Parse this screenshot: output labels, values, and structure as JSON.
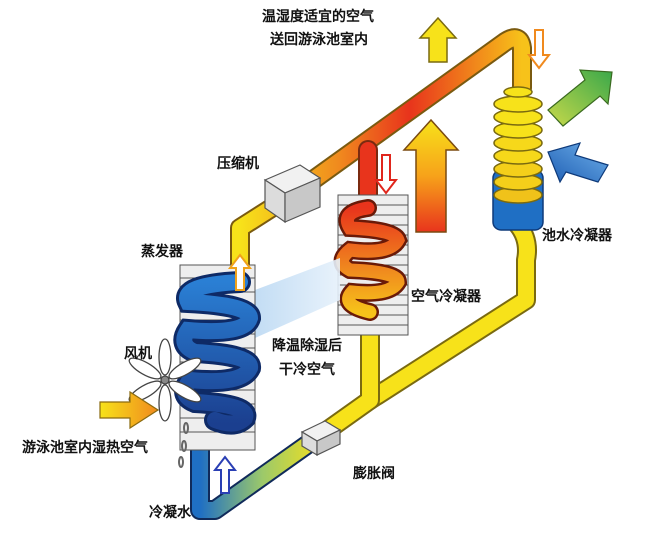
{
  "labels": {
    "return_air_line1": "温湿度适宜的空气",
    "return_air_line2": "送回游泳池室内",
    "compressor": "压缩机",
    "evaporator": "蒸发器",
    "air_condenser": "空气冷凝器",
    "pool_condenser": "池水冷凝器",
    "fan": "风机",
    "dehumidified_line1": "降温除湿后",
    "dehumidified_line2": "干冷空气",
    "humid_air": "游泳池室内湿热空气",
    "expansion_valve": "膨胀阀",
    "condensate": "冷凝水"
  },
  "colors": {
    "pipe_yellow": "#f7e21a",
    "pipe_red": "#e8341c",
    "pipe_orange": "#f08a1e",
    "pipe_blue": "#1f6fc4",
    "coil_dark_blue": "#1b3f8f",
    "arrow_green": "#7ac943",
    "arrow_blue": "#2a7fd4"
  }
}
